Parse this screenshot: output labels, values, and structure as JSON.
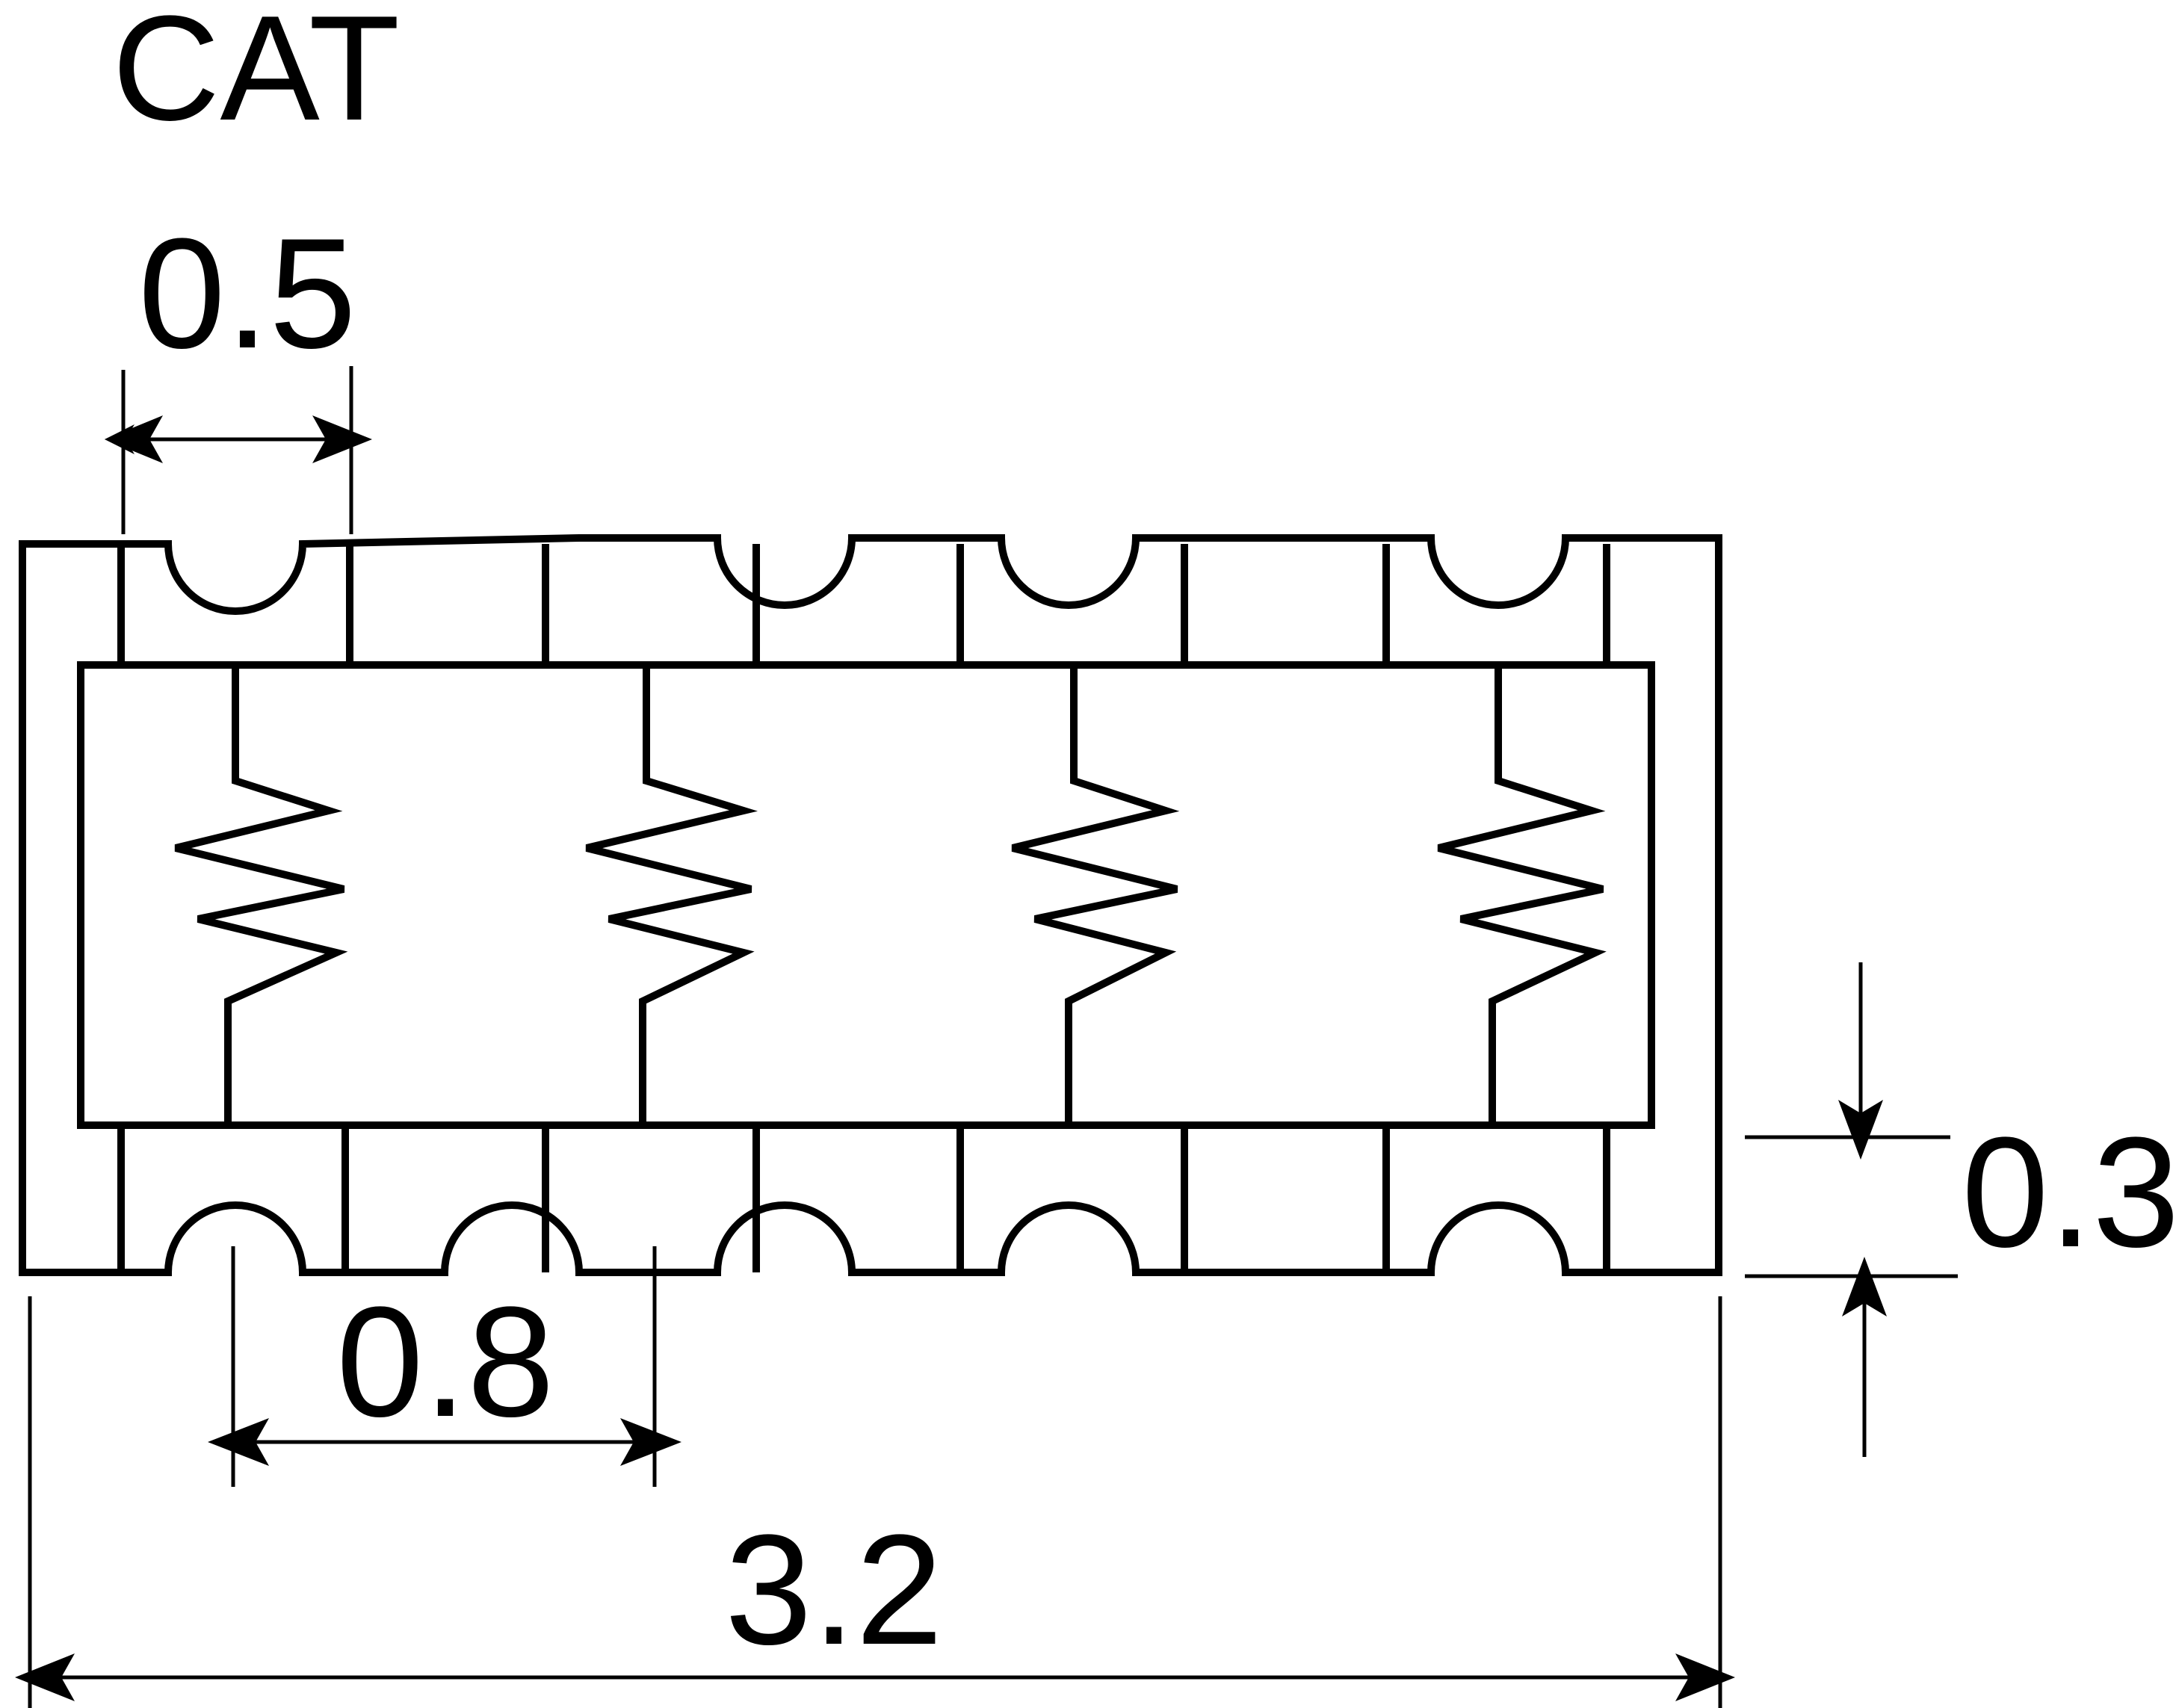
{
  "title": "CAT",
  "dimensions": {
    "pad_width": "0.5",
    "pitch": "0.8",
    "overall_length": "3.2",
    "terminal_height": "0.3"
  },
  "component": {
    "resistor_count": 4,
    "terminals_per_side": 4
  },
  "colors": {
    "stroke": "#000000",
    "background": "#ffffff"
  }
}
